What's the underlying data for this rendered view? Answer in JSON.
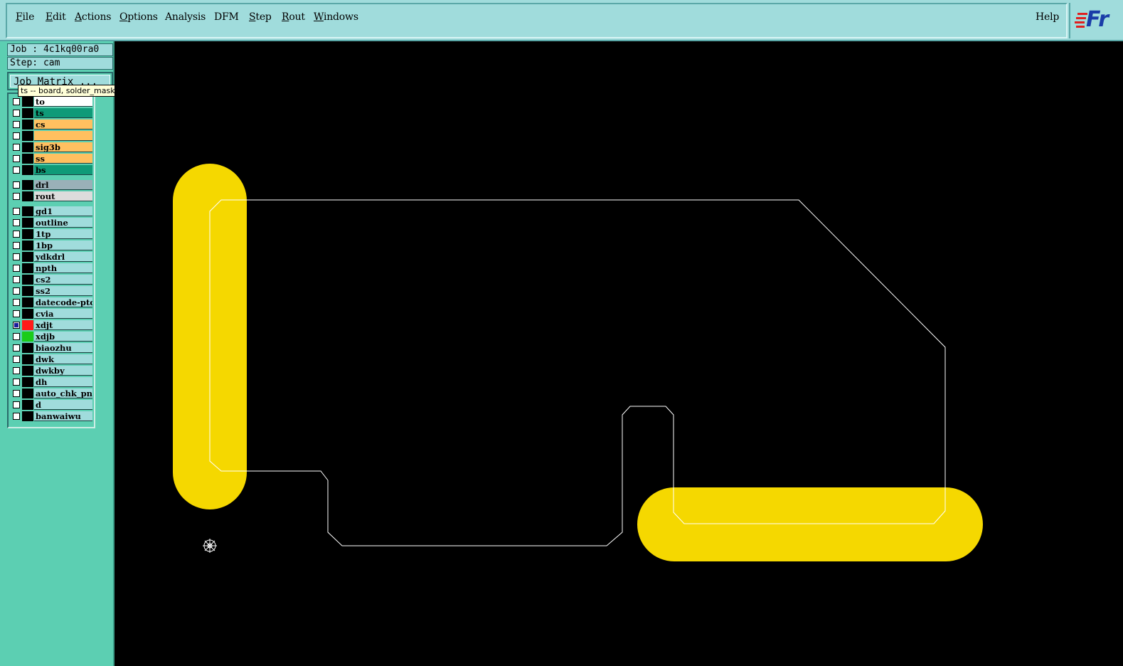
{
  "menubar": {
    "items": [
      {
        "label": "File",
        "ul": "F",
        "rest": "ile"
      },
      {
        "label": "Edit",
        "ul": "E",
        "rest": "dit"
      },
      {
        "label": "Actions",
        "ul": "A",
        "rest": "ctions"
      },
      {
        "label": "Options",
        "ul": "O",
        "rest": "ptions"
      },
      {
        "label": "Analysis",
        "ul": "",
        "rest": "Analysis"
      },
      {
        "label": "DFM",
        "ul": "",
        "rest": "DFM"
      },
      {
        "label": "Step",
        "ul": "S",
        "rest": "tep"
      },
      {
        "label": "Rout",
        "ul": "R",
        "rest": "out"
      },
      {
        "label": "Windows",
        "ul": "W",
        "rest": "indows"
      }
    ],
    "help": "Help",
    "logo": "Fr"
  },
  "panel": {
    "job": "Job : 4c1kq00ra0",
    "step": "Step: cam",
    "job_matrix": "Job Matrix ..."
  },
  "layers": [
    {
      "name": "to",
      "bg": "#ffffff",
      "swatch": "#000000",
      "on": false
    },
    {
      "name": "ts",
      "bg": "#0f9a78",
      "swatch": "#000000",
      "on": false
    },
    {
      "name": "cs",
      "bg": "#ffc060",
      "swatch": "#000000",
      "on": false
    },
    {
      "name": "",
      "bg": "#ffc060",
      "swatch": "#000000",
      "on": false
    },
    {
      "name": "sig3b",
      "bg": "#ffc060",
      "swatch": "#000000",
      "on": false
    },
    {
      "name": "ss",
      "bg": "#ffc060",
      "swatch": "#000000",
      "on": false
    },
    {
      "name": "bs",
      "bg": "#0f9a78",
      "swatch": "#000000",
      "on": false
    },
    {
      "name": "drl",
      "bg": "#9ab0b8",
      "swatch": "#000000",
      "on": false
    },
    {
      "name": "rout",
      "bg": "#dcdcdc",
      "swatch": "#000000",
      "on": false
    },
    {
      "name": "gd1",
      "bg": "#a0dcdc",
      "swatch": "#000000",
      "on": false
    },
    {
      "name": "outline",
      "bg": "#a0dcdc",
      "swatch": "#000000",
      "on": false
    },
    {
      "name": "1tp",
      "bg": "#a0dcdc",
      "swatch": "#000000",
      "on": false
    },
    {
      "name": "1bp",
      "bg": "#a0dcdc",
      "swatch": "#000000",
      "on": false
    },
    {
      "name": "ydkdrl",
      "bg": "#a0dcdc",
      "swatch": "#000000",
      "on": false
    },
    {
      "name": "npth",
      "bg": "#a0dcdc",
      "swatch": "#000000",
      "on": false
    },
    {
      "name": "cs2",
      "bg": "#a0dcdc",
      "swatch": "#000000",
      "on": false
    },
    {
      "name": "ss2",
      "bg": "#a0dcdc",
      "swatch": "#000000",
      "on": false
    },
    {
      "name": "datecode-ptc",
      "bg": "#a0dcdc",
      "swatch": "#000000",
      "on": false
    },
    {
      "name": "cvia",
      "bg": "#a0dcdc",
      "swatch": "#000000",
      "on": false
    },
    {
      "name": "xdjt",
      "bg": "#a0dcdc",
      "swatch": "#ff1a1a",
      "on": true
    },
    {
      "name": "xdjb",
      "bg": "#a0dcdc",
      "swatch": "#1acc1a",
      "on": false
    },
    {
      "name": "biaozhu",
      "bg": "#a0dcdc",
      "swatch": "#000000",
      "on": false
    },
    {
      "name": "dwk",
      "bg": "#a0dcdc",
      "swatch": "#000000",
      "on": false
    },
    {
      "name": "dwkby",
      "bg": "#a0dcdc",
      "swatch": "#000000",
      "on": false
    },
    {
      "name": "dh",
      "bg": "#a0dcdc",
      "swatch": "#000000",
      "on": false
    },
    {
      "name": "auto_chk_pnl",
      "bg": "#a0dcdc",
      "swatch": "#000000",
      "on": false
    },
    {
      "name": "d",
      "bg": "#a0dcdc",
      "swatch": "#000000",
      "on": false
    },
    {
      "name": "banwaiwu",
      "bg": "#a0dcdc",
      "swatch": "#000000",
      "on": false
    }
  ],
  "tooltip": "ts -- board, solder_mask, positive",
  "colors": {
    "pad": "#f5d800",
    "outline": "#ffffff",
    "background": "#000000"
  }
}
